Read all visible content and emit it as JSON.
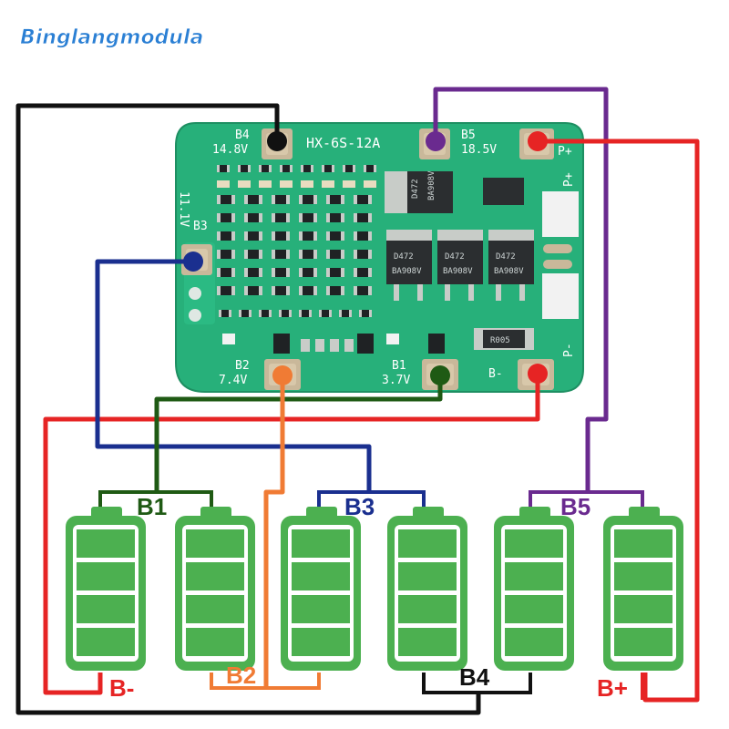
{
  "brand": "Binglangmodula",
  "board": {
    "model": "HX-6S-12A",
    "pads": {
      "b4": {
        "name": "B4",
        "voltage": "14.8V"
      },
      "b5": {
        "name": "B5",
        "voltage": "18.5V"
      },
      "b3": {
        "name": "B3",
        "voltage": "11.1V"
      },
      "b2": {
        "name": "B2",
        "voltage": "7.4V"
      },
      "b1": {
        "name": "B1",
        "voltage": "3.7V"
      },
      "p_plus": "P+",
      "p_minus": "P-",
      "b_minus": "B-"
    },
    "chips": {
      "mosfet_main": [
        "D472",
        "BA908V"
      ],
      "mosfet_1": [
        "D472",
        "BA908V"
      ],
      "mosfet_2": [
        "D472",
        "BA908V"
      ],
      "mosfet_3": [
        "D472",
        "BA908V"
      ],
      "resistor": "R005"
    }
  },
  "batteries": {
    "labels": {
      "b1": "B1",
      "b2": "B2",
      "b3": "B3",
      "b4": "B4",
      "b5": "B5",
      "b_minus": "B-",
      "b_plus": "B+"
    }
  },
  "colors": {
    "board": "#27b07a",
    "battery": "#4cb050",
    "wire_black": "#111111",
    "wire_purple": "#6a2a8f",
    "wire_red": "#e62424",
    "wire_blue": "#1a2f8f",
    "wire_orange": "#f07b34",
    "wire_dark_green": "#1f5a14",
    "brand": "#2a7fd4"
  }
}
